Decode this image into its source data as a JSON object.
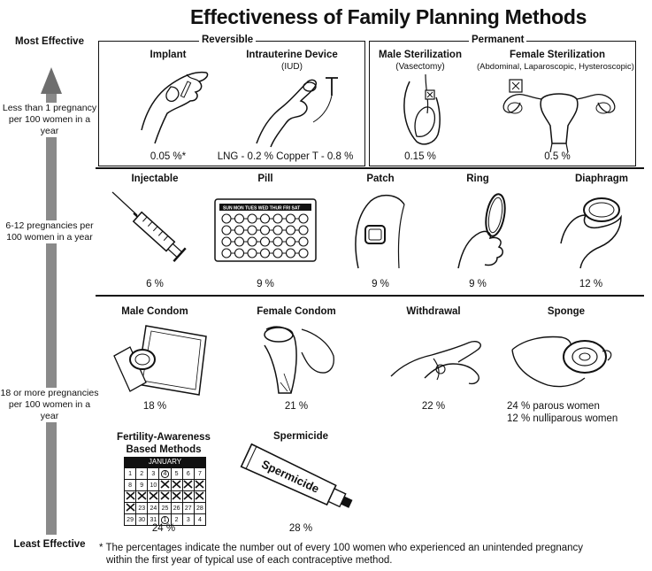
{
  "title": "Effectiveness of Family Planning Methods",
  "scale": {
    "top_label": "Most Effective",
    "bottom_label": "Least Effective",
    "tier1_text": "Less than 1 pregnancy per 100 women in a year",
    "tier2_text": "6-12 pregnancies per 100 women in a year",
    "tier3_text": "18 or more pregnancies per 100 women in a year"
  },
  "groups": {
    "reversible": "Reversible",
    "permanent": "Permanent"
  },
  "tier1": [
    {
      "name": "Implant",
      "sub": "",
      "rate": "0.05 %*"
    },
    {
      "name": "Intrauterine Device",
      "sub": "(IUD)",
      "rate": "LNG - 0.2 %  Copper T - 0.8 %"
    },
    {
      "name": "Male Sterilization",
      "sub": "(Vasectomy)",
      "rate": "0.15 %"
    },
    {
      "name": "Female Sterilization",
      "sub": "(Abdominal, Laparoscopic, Hysteroscopic)",
      "rate": "0.5 %"
    }
  ],
  "tier2": [
    {
      "name": "Injectable",
      "rate": "6 %"
    },
    {
      "name": "Pill",
      "rate": "9 %"
    },
    {
      "name": "Patch",
      "rate": "9 %"
    },
    {
      "name": "Ring",
      "rate": "9 %"
    },
    {
      "name": "Diaphragm",
      "rate": "12 %"
    }
  ],
  "pill_days": [
    "SUN",
    "MON",
    "TUES",
    "WED",
    "THUR",
    "FRI",
    "SAT"
  ],
  "tier3": [
    {
      "name": "Male Condom",
      "rate": "18 %"
    },
    {
      "name": "Female Condom",
      "rate": "21 %"
    },
    {
      "name": "Withdrawal",
      "rate": "22 %"
    },
    {
      "name": "Sponge",
      "rate": "24 % parous women",
      "rate2": "12 % nulliparous women"
    },
    {
      "name": "Fertility-Awareness Based Methods",
      "rate": "24 %"
    },
    {
      "name": "Spermicide",
      "rate": "28 %",
      "tube_text": "Spermicide"
    }
  ],
  "calendar": {
    "month": "JANUARY",
    "rows": [
      [
        "1",
        "2",
        "3",
        "4",
        "5",
        "6",
        "7"
      ],
      [
        "8",
        "9",
        "10",
        "",
        "",
        "",
        ""
      ],
      [
        "",
        "",
        "",
        "",
        "",
        "",
        ""
      ],
      [
        "",
        "23",
        "24",
        "25",
        "26",
        "27",
        "28"
      ],
      [
        "29",
        "30",
        "31",
        "1",
        "2",
        "3",
        "4"
      ]
    ]
  },
  "footnote": {
    "line1": "* The percentages indicate the number out of every 100 women who experienced an unintended pregnancy",
    "line2": "within the first year of typical use of each contraceptive method."
  }
}
